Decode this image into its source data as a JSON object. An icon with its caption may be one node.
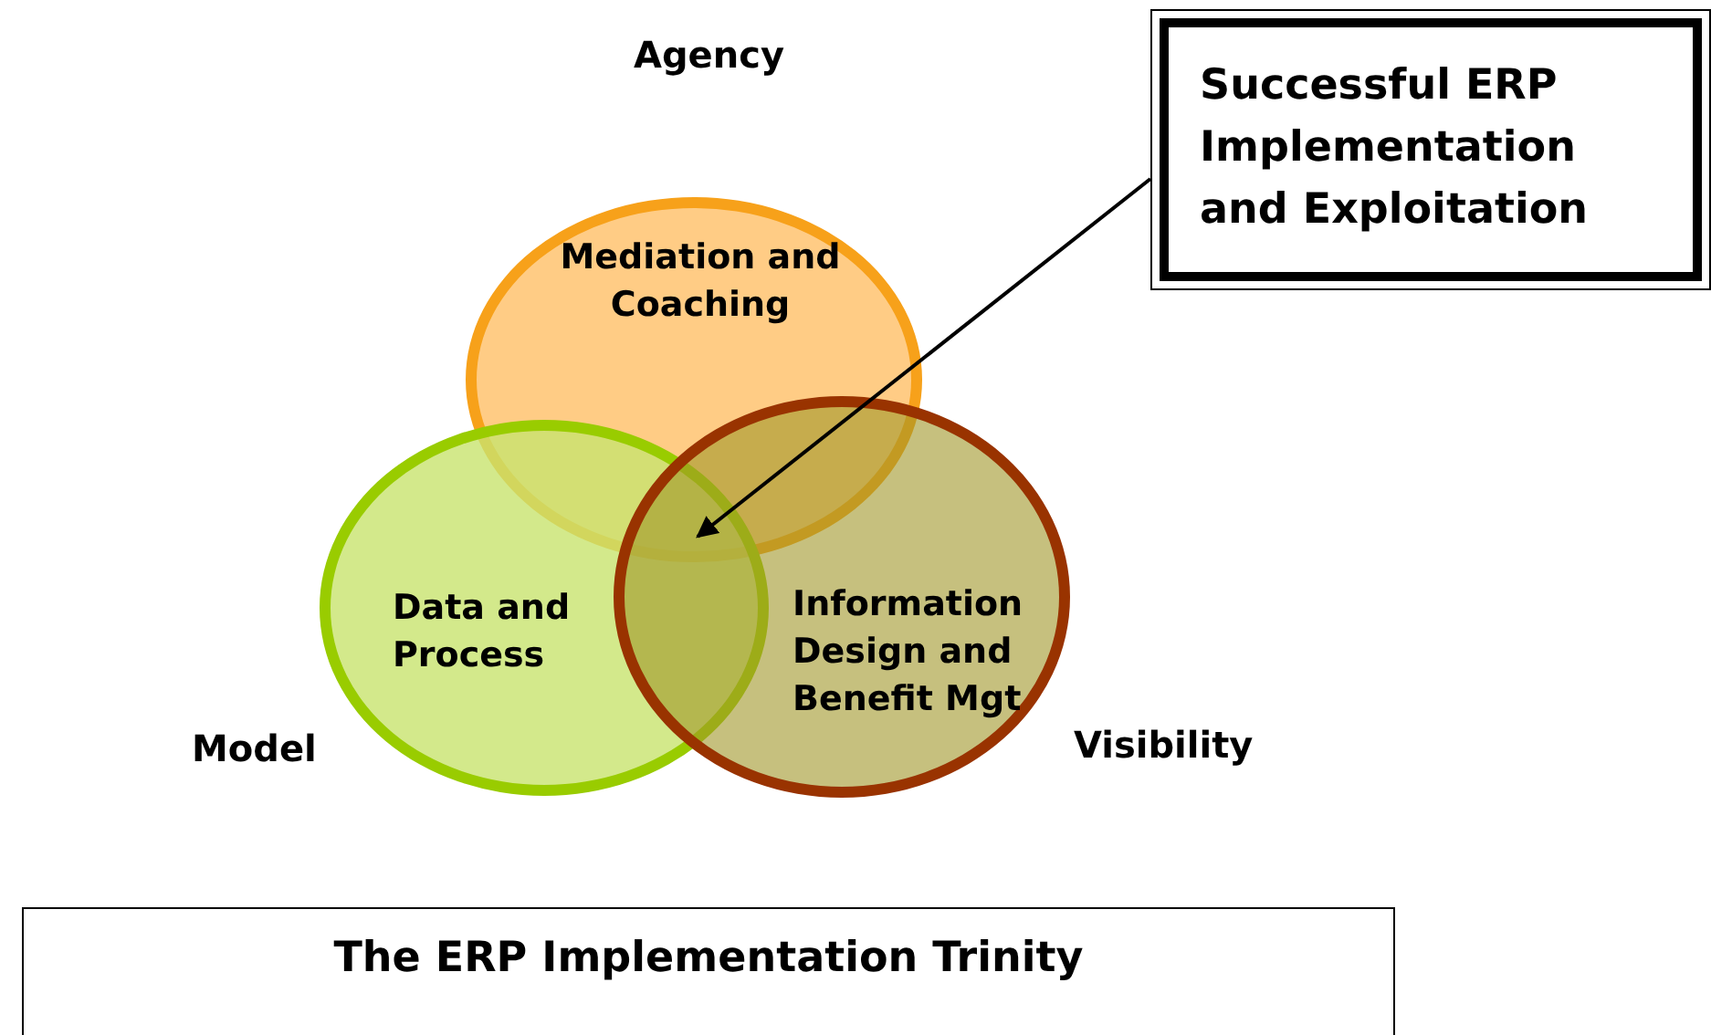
{
  "diagram": {
    "nodes": [
      {
        "text": [
          "Mediation and Coaching"
        ],
        "beside": [
          "Agency"
        ]
      },
      {
        "text": [
          "Data and Process"
        ],
        "beside": [
          "Model"
        ]
      },
      {
        "text": [
          "Information Design and Benefit Mgt"
        ],
        "beside": [
          "Visibility"
        ]
      },
      {
        "text": [
          "Successful ERP Implementation and Exploitation"
        ]
      },
      {
        "text": [
          "The ERP Implementation Trinity"
        ]
      }
    ],
    "edges": [
      {
        "from": 3,
        "to": 0,
        "arrow": "to"
      }
    ]
  }
}
